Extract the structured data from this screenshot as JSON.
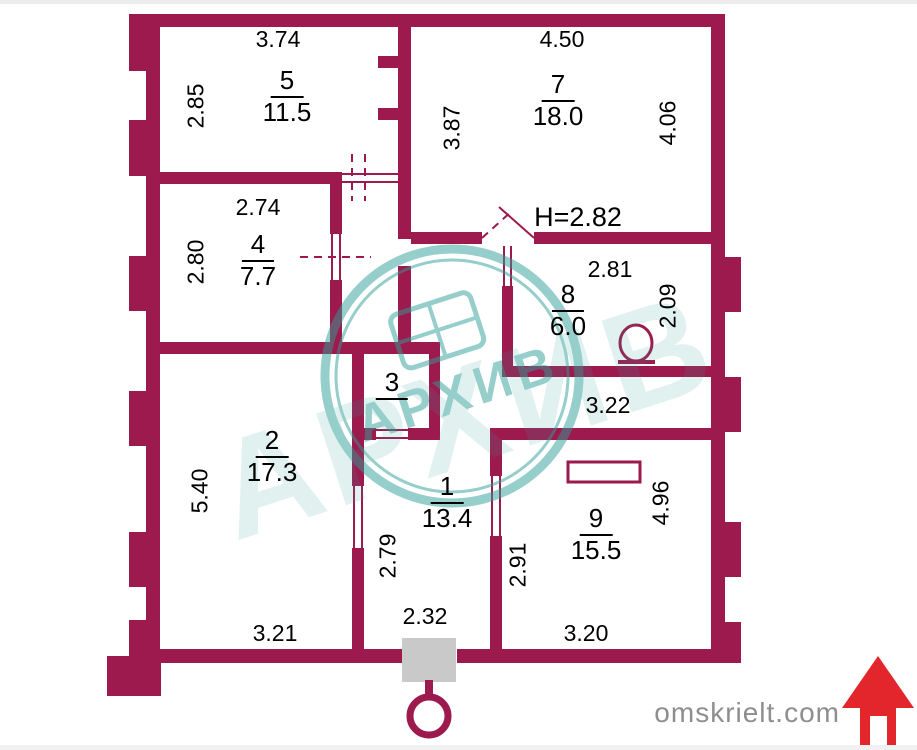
{
  "palette": {
    "wall": "#9D1A4E",
    "text": "#000000",
    "watermark": "#2E9E96",
    "tambour_gray": "#C9C9C9",
    "logo_red": "#E2262C",
    "footer_text": "#8E8E8E"
  },
  "rooms": [
    {
      "number": "5",
      "area": "11.5"
    },
    {
      "number": "7",
      "area": "18.0"
    },
    {
      "number": "4",
      "area": "7.7"
    },
    {
      "number": "8",
      "area": "6.0"
    },
    {
      "number": "2",
      "area": "17.3"
    },
    {
      "number": "1",
      "area": "13.4"
    },
    {
      "number": "9",
      "area": "15.5"
    },
    {
      "number": "3",
      "area": ""
    }
  ],
  "ceiling_height": "H=2.82",
  "dims_horizontal": [
    "3.74",
    "4.50",
    "2.74",
    "2.81",
    "3.22",
    "2.32",
    "3.21",
    "3.20"
  ],
  "dims_vertical": [
    "2.85",
    "3.87",
    "4.06",
    "2.80",
    "2.09",
    "5.40",
    "2.79",
    "2.91",
    "4.96"
  ],
  "watermark": {
    "text": "АРХИВ"
  },
  "footer": {
    "site": "omskrielt.com"
  }
}
